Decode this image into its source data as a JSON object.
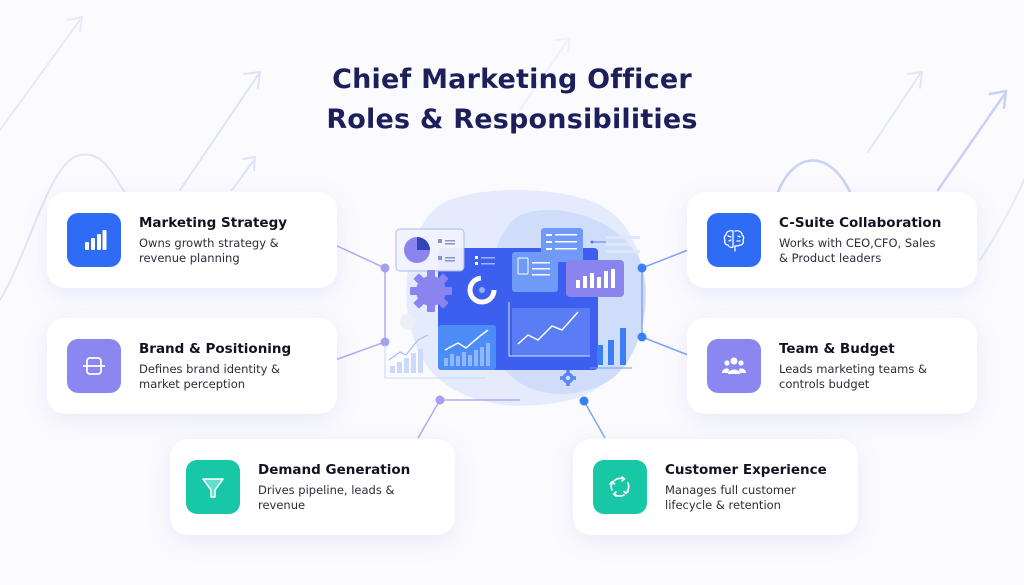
{
  "title": {
    "line1": "Chief Marketing Officer",
    "line2": "Roles & Responsibilities",
    "color": "#1c1f5a"
  },
  "cards": [
    {
      "id": "marketing-strategy",
      "heading": "Marketing Strategy",
      "description": "Owns growth strategy & revenue planning",
      "icon": "bar-chart-icon",
      "color": "#2f6cf6",
      "position": "left-top"
    },
    {
      "id": "brand-positioning",
      "heading": "Brand & Positioning",
      "description": "Defines brand identity & market perception",
      "icon": "frame-icon",
      "color": "#8b86f0",
      "position": "left-middle"
    },
    {
      "id": "demand-generation",
      "heading": "Demand Generation",
      "description": "Drives pipeline, leads & revenue",
      "icon": "funnel-icon",
      "color": "#18c7a6",
      "position": "bottom-left"
    },
    {
      "id": "c-suite-collaboration",
      "heading": "C-Suite Collaboration",
      "description": "Works with CEO,CFO, Sales & Product leaders",
      "icon": "brain-icon",
      "color": "#2f6cf6",
      "position": "right-top"
    },
    {
      "id": "team-budget",
      "heading": "Team & Budget",
      "description": "Leads marketing teams & controls budget",
      "icon": "team-icon",
      "color": "#8b86f0",
      "position": "right-middle"
    },
    {
      "id": "customer-experience",
      "heading": "Customer Experience",
      "description": "Manages full customer lifecycle & retention",
      "icon": "cycle-arrows-icon",
      "color": "#18c7a6",
      "position": "bottom-right"
    }
  ],
  "center_illustration": {
    "icon": "analytics-dashboard-icon",
    "elements": [
      "pie-chart-panel",
      "donut-chart",
      "document-panel",
      "bar-chart-panel",
      "line-chart-panel",
      "gear",
      "bar-chart"
    ]
  },
  "colors": {
    "blue": "#2f6cf6",
    "purple": "#8b86f0",
    "teal": "#18c7a6",
    "connector_purple": "#a79ef0",
    "connector_blue": "#3a7ff3"
  }
}
